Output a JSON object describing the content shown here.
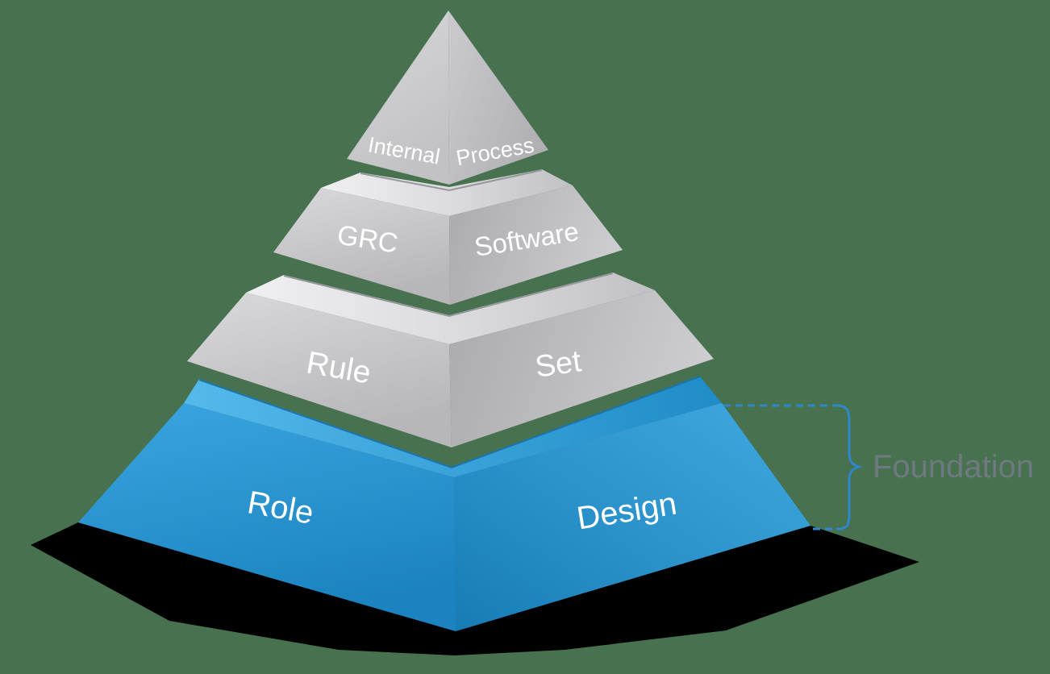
{
  "pyramid": {
    "levels": [
      {
        "id": "level-1-top",
        "left_face_label": "Internal",
        "right_face_label": "Process",
        "color": "gray"
      },
      {
        "id": "level-2",
        "left_face_label": "GRC",
        "right_face_label": "Software",
        "color": "gray"
      },
      {
        "id": "level-3",
        "left_face_label": "Rule",
        "right_face_label": "Set",
        "color": "gray"
      },
      {
        "id": "level-4-foundation",
        "left_face_label": "Role",
        "right_face_label": "Design",
        "color": "blue"
      }
    ]
  },
  "foundation_callout": {
    "label": "Foundation"
  },
  "colors": {
    "background": "#47714f",
    "blue_face_left": "#2191ce",
    "blue_face_right": "#2f9ad6",
    "blue_top_band": "#44aee4",
    "gray_face_left": "#c6c6c8",
    "gray_face_right": "#b9b9bd",
    "gray_top_band": "#e2e2e4",
    "label_text": "#ffffff",
    "foundation_text": "#6f7980",
    "bracket_blue": "#2f87c9",
    "shadow": "#000000"
  }
}
